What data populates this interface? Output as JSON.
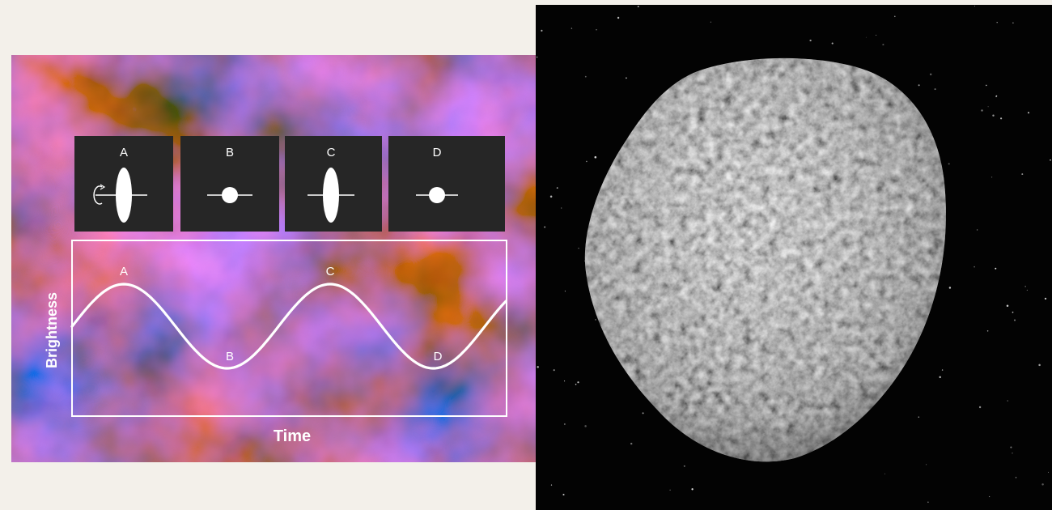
{
  "diagram": {
    "x_axis_label": "Time",
    "y_axis_label": "Brightness",
    "orientation_panels": [
      {
        "label": "A",
        "shape": "elongated",
        "spin_arrow": true
      },
      {
        "label": "B",
        "shape": "round",
        "spin_arrow": false
      },
      {
        "label": "C",
        "shape": "elongated",
        "spin_arrow": false
      },
      {
        "label": "D",
        "shape": "round",
        "spin_arrow": false
      }
    ],
    "curve_points": [
      {
        "label": "A",
        "type": "peak"
      },
      {
        "label": "B",
        "type": "trough"
      },
      {
        "label": "C",
        "type": "peak"
      },
      {
        "label": "D",
        "type": "trough"
      }
    ]
  },
  "photo": {
    "subject": "asteroid on starfield"
  }
}
